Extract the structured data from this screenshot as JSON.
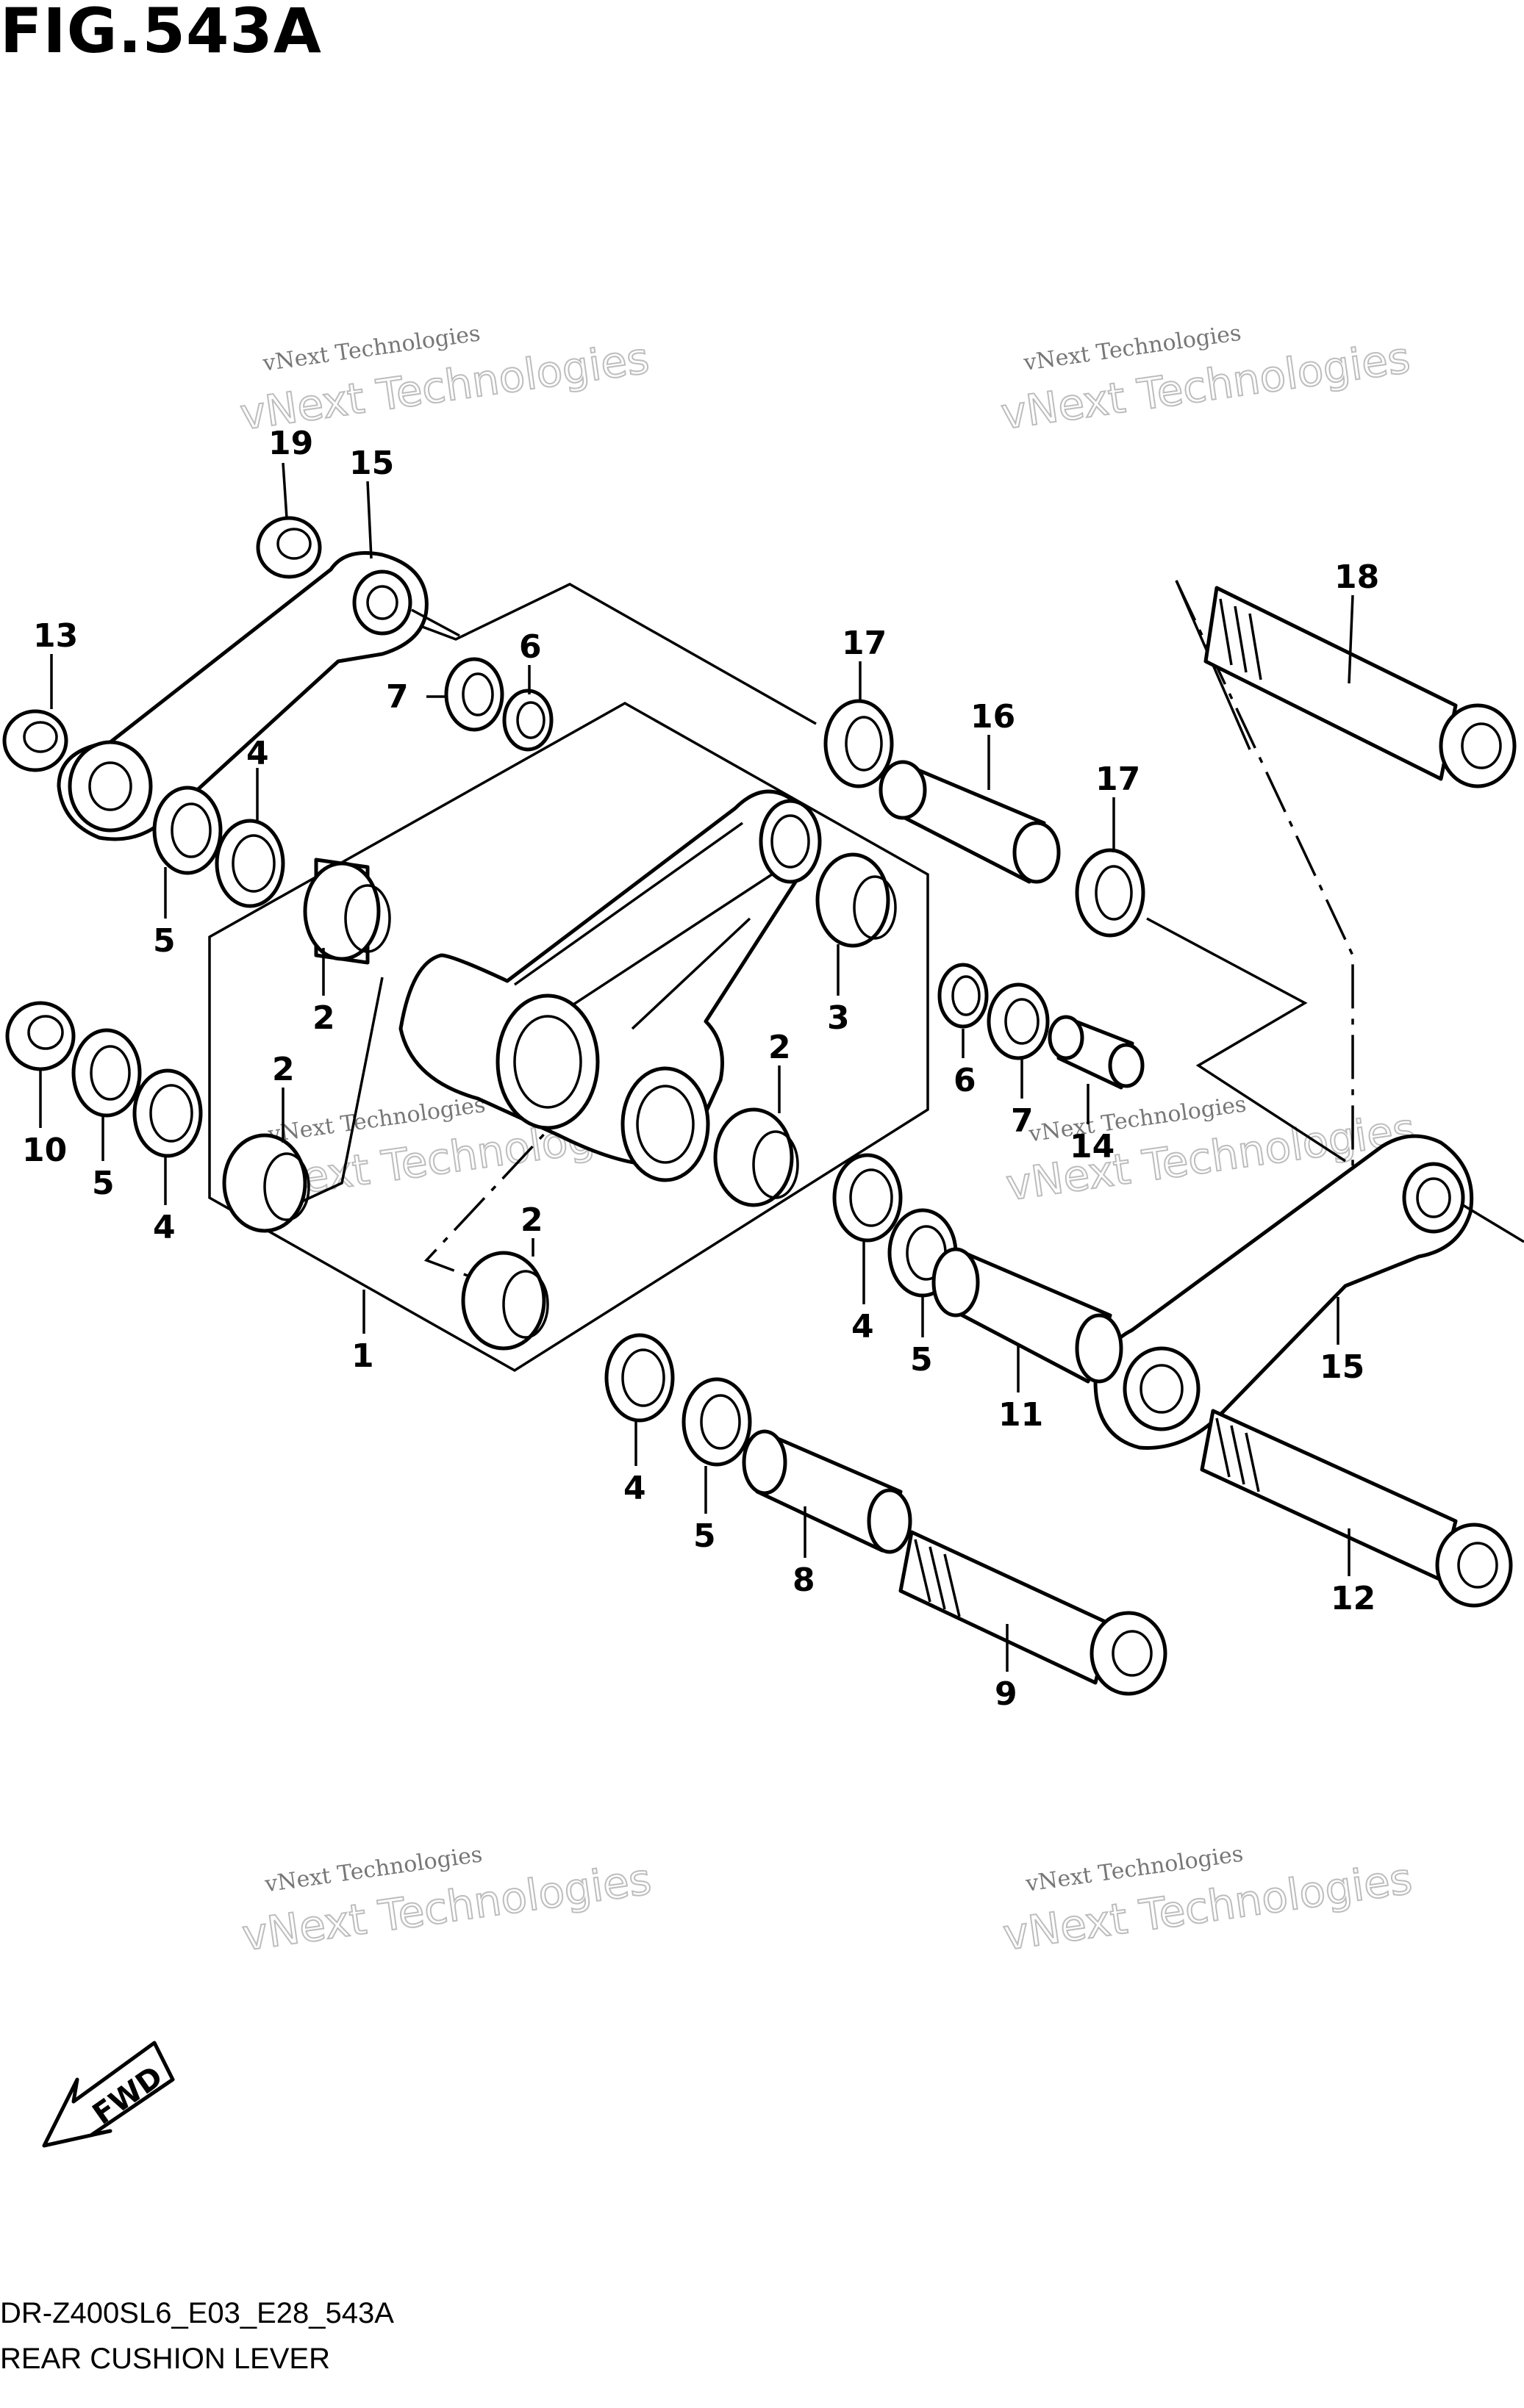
{
  "figure": {
    "title": "FIG.543A",
    "code": "DR-Z400SL6_E03_E28_543A",
    "name": "REAR CUSHION LEVER"
  },
  "fwd_label": "FWD",
  "watermark": {
    "line1": "vNext Technologies",
    "line2": "vNext Technologies"
  },
  "callouts": [
    {
      "id": "c19",
      "text": "19"
    },
    {
      "id": "c15a",
      "text": "15"
    },
    {
      "id": "c13",
      "text": "13"
    },
    {
      "id": "c6a",
      "text": "6"
    },
    {
      "id": "c7a",
      "text": "7"
    },
    {
      "id": "c4a",
      "text": "4"
    },
    {
      "id": "c5a",
      "text": "5"
    },
    {
      "id": "c17a",
      "text": "17"
    },
    {
      "id": "c16",
      "text": "16"
    },
    {
      "id": "c17b",
      "text": "17"
    },
    {
      "id": "c18",
      "text": "18"
    },
    {
      "id": "c2a",
      "text": "2"
    },
    {
      "id": "c3",
      "text": "3"
    },
    {
      "id": "c2b",
      "text": "2"
    },
    {
      "id": "c2c",
      "text": "2"
    },
    {
      "id": "c2d",
      "text": "2"
    },
    {
      "id": "c10",
      "text": "10"
    },
    {
      "id": "c5b",
      "text": "5"
    },
    {
      "id": "c4b",
      "text": "4"
    },
    {
      "id": "c1",
      "text": "1"
    },
    {
      "id": "c6b",
      "text": "6"
    },
    {
      "id": "c7b",
      "text": "7"
    },
    {
      "id": "c14",
      "text": "14"
    },
    {
      "id": "c4c",
      "text": "4"
    },
    {
      "id": "c5c",
      "text": "5"
    },
    {
      "id": "c11",
      "text": "11"
    },
    {
      "id": "c15b",
      "text": "15"
    },
    {
      "id": "c4d",
      "text": "4"
    },
    {
      "id": "c5d",
      "text": "5"
    },
    {
      "id": "c8",
      "text": "8"
    },
    {
      "id": "c12",
      "text": "12"
    },
    {
      "id": "c9",
      "text": "9"
    }
  ]
}
